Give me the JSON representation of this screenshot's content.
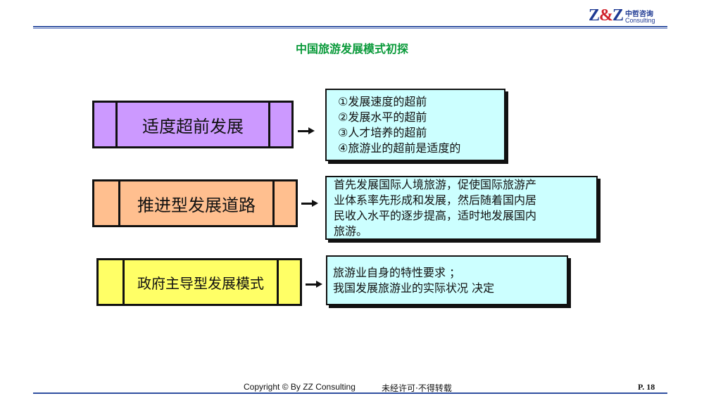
{
  "header": {
    "logo_mark": "Z&Z",
    "logo_cn": "中哲咨询",
    "logo_en": "Consulting"
  },
  "title": "中国旅游发展模式初探",
  "rows": [
    {
      "label": "适度超前发展",
      "color": "#cc99ff",
      "details": [
        "①发展速度的超前",
        "②发展水平的超前",
        "③人才培养的超前",
        "④旅游业的超前是适度的"
      ]
    },
    {
      "label": "推进型发展道路",
      "color": "#ffbf8f",
      "details": [
        "首先发展国际人境旅游，促使国际旅游产",
        "业体系率先形成和发展，然后随着国内居",
        "民收入水平的逐步提高，适时地发展国内",
        "旅游。"
      ]
    },
    {
      "label": "政府主导型发展模式",
      "color": "#ffff66",
      "details": [
        "旅游业自身的特性要求 ；",
        "我国发展旅游业的实际状况 决定"
      ]
    }
  ],
  "footer": {
    "copyright": "Copyright © By  ZZ Consulting",
    "notice": "未经许可·不得转载",
    "page": "P. 18"
  },
  "colors": {
    "title": "#0a9a3a",
    "detail_bg": "#ccffff",
    "rule": "#2f4fa0"
  }
}
